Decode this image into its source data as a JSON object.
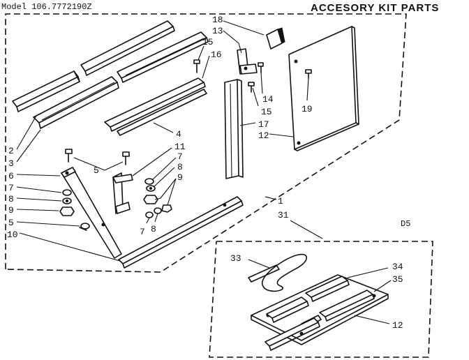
{
  "header": {
    "model": "Model 106.7772190Z",
    "title": "ACCESORY KIT PARTS"
  },
  "diagram_code": "D5",
  "callouts": {
    "c18": "18",
    "c13": "13",
    "c15a": "15",
    "c16": "16",
    "c14": "14",
    "c15b": "15",
    "c17": "17",
    "c12a": "12",
    "c19": "19",
    "c4": "4",
    "c11": "11",
    "c7a": "7",
    "c8a": "8",
    "c9a": "9",
    "c5a": "5",
    "c2": "2",
    "c3": "3",
    "c6": "6",
    "c7b": "7",
    "c8b": "8",
    "c9b": "9",
    "c5b": "5",
    "c10": "10",
    "c7c": "7",
    "c8c": "8",
    "c1": "1",
    "c31": "31",
    "c33": "33",
    "c34": "34",
    "c35": "35",
    "c12b": "12"
  }
}
